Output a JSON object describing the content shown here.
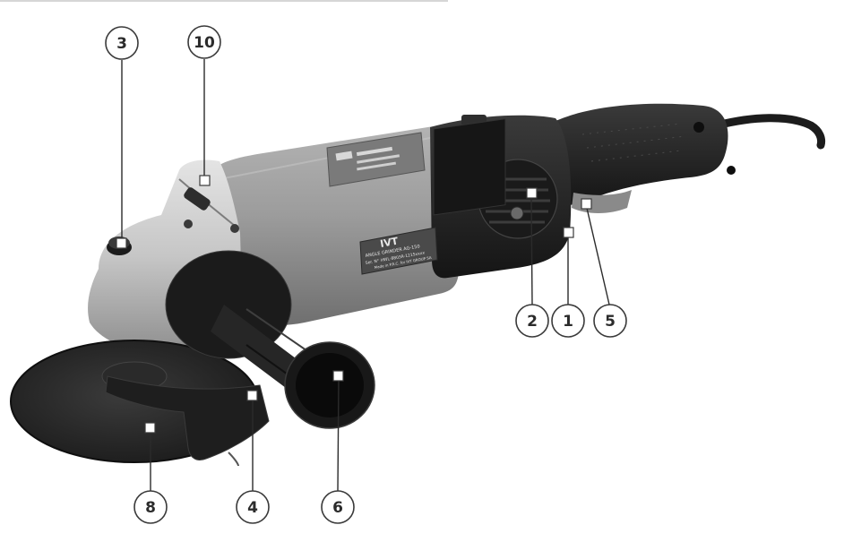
{
  "callouts": [
    {
      "id": "c3",
      "label": "3"
    },
    {
      "id": "c10",
      "label": "10"
    },
    {
      "id": "c2",
      "label": "2"
    },
    {
      "id": "c1",
      "label": "1"
    },
    {
      "id": "c5",
      "label": "5"
    },
    {
      "id": "c8",
      "label": "8"
    },
    {
      "id": "c4",
      "label": "4"
    },
    {
      "id": "c6",
      "label": "6"
    }
  ],
  "nameplate": {
    "brand": "IVT",
    "model": "ANGLE GRINDER AG-150",
    "serial_label": "Ser. N°",
    "serial": "HWL-8803R-1215xxxx",
    "made_in": "Made in P.R.C. for IVT GROUP SA"
  },
  "colors": {
    "body_gray": "#9a9a9a",
    "dark": "#1f1f1f",
    "disc": "#2a2a2a",
    "head_silver": "#c9c9c9"
  }
}
